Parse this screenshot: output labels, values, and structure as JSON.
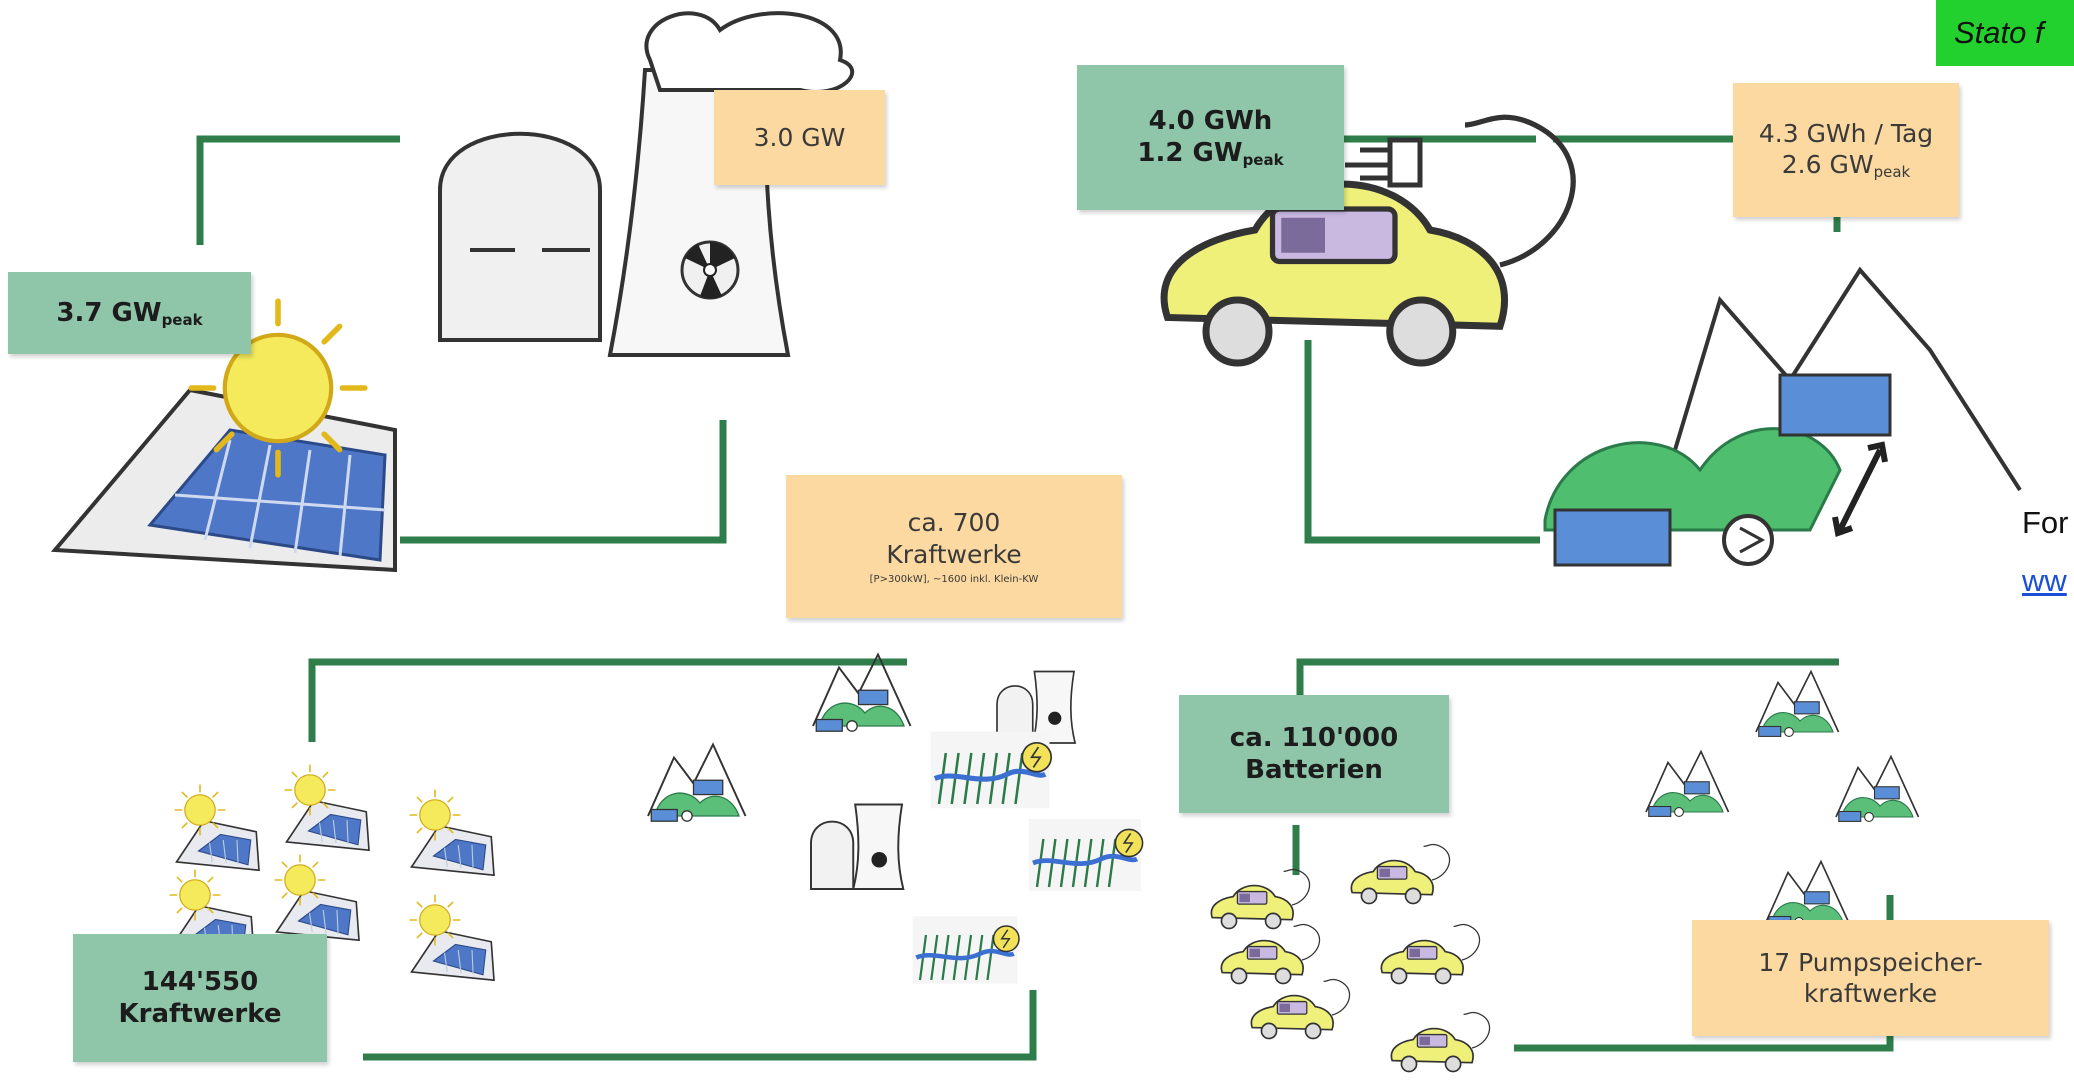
{
  "status_label": "Stato f",
  "source": {
    "label": "For",
    "link_text": "ww"
  },
  "top_left": {
    "solar": {
      "value": "3.7 GW",
      "sub": "peak"
    },
    "nuclear": {
      "value": "3.0 GW"
    }
  },
  "top_right": {
    "ev": {
      "line1": "4.0 GWh",
      "line2_value": "1.2 GW",
      "line2_sub": "peak"
    },
    "pumped": {
      "line1": "4.3 GWh / Tag",
      "line2_value": "2.6 GW",
      "line2_sub": "peak"
    }
  },
  "bottom_left": {
    "plants": {
      "line1": "ca. 700",
      "line2": "Kraftwerke",
      "note": "[P>300kW], ~1600 inkl. Klein-KW"
    },
    "solar_count": {
      "line1": "144'550",
      "line2": "Kraftwerke"
    }
  },
  "bottom_right": {
    "batteries": {
      "line1": "ca. 110'000",
      "line2": "Batterien"
    },
    "pump_count": {
      "line1": "17 Pumpspeicher-",
      "line2": "kraftwerke"
    }
  },
  "colors": {
    "connector": "#2e7d4a",
    "green_tag": "#8fc5a8",
    "orange_tag": "#fbd9a1",
    "status_bg": "#22d02e",
    "link": "#1a4fd6"
  },
  "icons": [
    "sun-icon",
    "solar-roof-icon",
    "nuclear-plant-icon",
    "radiation-icon",
    "electric-car-icon",
    "plug-icon",
    "battery-icon",
    "mountain-icon",
    "reservoir-icon",
    "pump-icon",
    "hydro-dam-icon",
    "flow-arrow-icon"
  ]
}
